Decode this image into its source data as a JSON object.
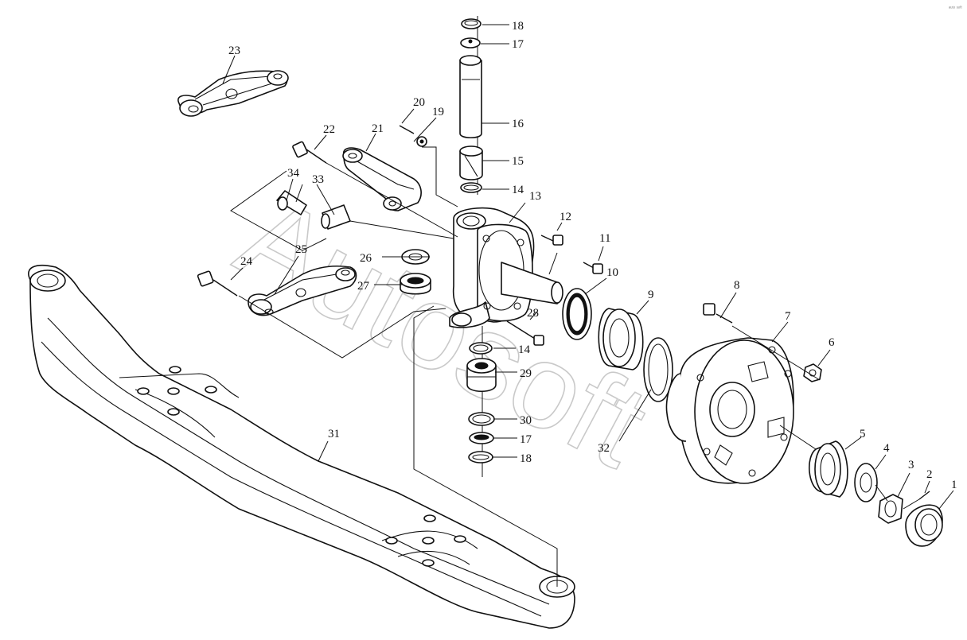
{
  "watermark": "Autosoft",
  "corner_mark": "ᵃᵘᵗᵒ ˢᵒᶠᵗ",
  "callouts": [
    {
      "id": "c1",
      "label": "1"
    },
    {
      "id": "c2",
      "label": "2"
    },
    {
      "id": "c3",
      "label": "3"
    },
    {
      "id": "c4",
      "label": "4"
    },
    {
      "id": "c5",
      "label": "5"
    },
    {
      "id": "c6",
      "label": "6"
    },
    {
      "id": "c7",
      "label": "7"
    },
    {
      "id": "c8",
      "label": "8"
    },
    {
      "id": "c9",
      "label": "9"
    },
    {
      "id": "c10",
      "label": "10"
    },
    {
      "id": "c11",
      "label": "11"
    },
    {
      "id": "c12",
      "label": "12"
    },
    {
      "id": "c13",
      "label": "13"
    },
    {
      "id": "c14a",
      "label": "14"
    },
    {
      "id": "c14b",
      "label": "14"
    },
    {
      "id": "c15",
      "label": "15"
    },
    {
      "id": "c16",
      "label": "16"
    },
    {
      "id": "c17a",
      "label": "17"
    },
    {
      "id": "c17b",
      "label": "17"
    },
    {
      "id": "c18a",
      "label": "18"
    },
    {
      "id": "c18b",
      "label": "18"
    },
    {
      "id": "c19",
      "label": "19"
    },
    {
      "id": "c20",
      "label": "20"
    },
    {
      "id": "c21",
      "label": "21"
    },
    {
      "id": "c22",
      "label": "22"
    },
    {
      "id": "c23",
      "label": "23"
    },
    {
      "id": "c24",
      "label": "24"
    },
    {
      "id": "c25",
      "label": "25"
    },
    {
      "id": "c26",
      "label": "26"
    },
    {
      "id": "c27",
      "label": "27"
    },
    {
      "id": "c28",
      "label": "28"
    },
    {
      "id": "c29",
      "label": "29"
    },
    {
      "id": "c30",
      "label": "30"
    },
    {
      "id": "c31",
      "label": "31"
    },
    {
      "id": "c32",
      "label": "32"
    },
    {
      "id": "c33",
      "label": "33"
    },
    {
      "id": "c34",
      "label": "34"
    }
  ]
}
